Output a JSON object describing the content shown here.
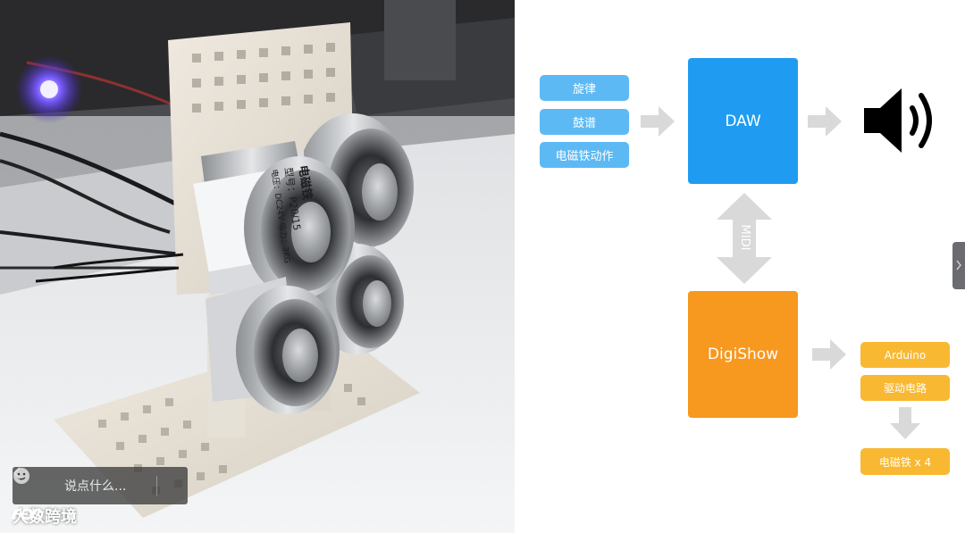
{
  "diagram": {
    "inputs": [
      "旋律",
      "鼓谱",
      "电磁铁动作"
    ],
    "daw_label": "DAW",
    "link_label": "MIDI",
    "digishow_label": "DigiShow",
    "outputs": [
      "Arduino",
      "驱动电路"
    ],
    "final_output": "电磁铁 x 4"
  },
  "photo": {
    "label_line_1": "电磁铁",
    "label_line_2": "型号：P20/15",
    "label_line_3": "电压：DC24V 吸力：3KG"
  },
  "comment_bar": {
    "placeholder": "说点什么..."
  },
  "watermark": {
    "text": "大数跨境"
  },
  "colors": {
    "daw_blue": "#1f9cf2",
    "input_blue": "#5db9f3",
    "digishow_orange": "#f7981f",
    "output_yellow": "#f8b832",
    "arrow_gray": "#d9d9d9"
  }
}
